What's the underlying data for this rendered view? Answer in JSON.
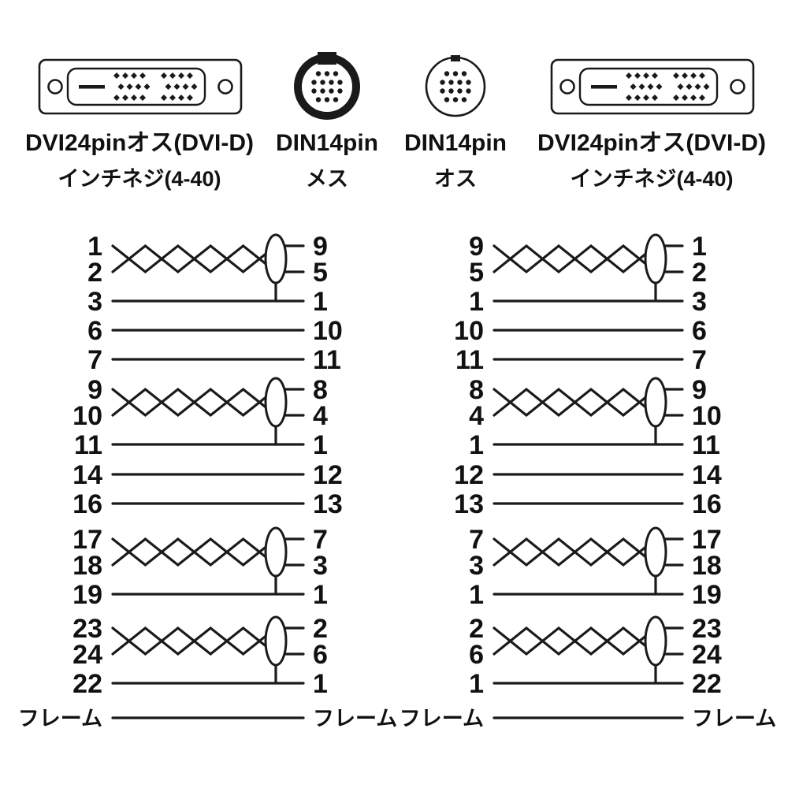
{
  "connectors": [
    {
      "id": "dvi-left",
      "name": "DVI24pinオス(DVI-D)",
      "sub": "インチネジ(4-40)"
    },
    {
      "id": "din-female",
      "name": "DIN14pin",
      "sub": "メス"
    },
    {
      "id": "din-male",
      "name": "DIN14pin",
      "sub": "オス"
    },
    {
      "id": "dvi-right",
      "name": "DVI24pinオス(DVI-D)",
      "sub": "インチネジ(4-40)"
    }
  ],
  "wiring": {
    "left": {
      "rows": [
        {
          "left": "1",
          "right": "9",
          "type": "pair-top"
        },
        {
          "left": "2",
          "right": "5",
          "type": "pair-bottom"
        },
        {
          "left": "3",
          "right": "1",
          "type": "drain"
        },
        {
          "left": "6",
          "right": "10",
          "type": "straight"
        },
        {
          "left": "7",
          "right": "11",
          "type": "straight"
        },
        {
          "left": "9",
          "right": "8",
          "type": "pair-top"
        },
        {
          "left": "10",
          "right": "4",
          "type": "pair-bottom"
        },
        {
          "left": "11",
          "right": "1",
          "type": "drain"
        },
        {
          "left": "14",
          "right": "12",
          "type": "straight"
        },
        {
          "left": "16",
          "right": "13",
          "type": "straight"
        },
        {
          "left": "17",
          "right": "7",
          "type": "pair-top"
        },
        {
          "left": "18",
          "right": "3",
          "type": "pair-bottom"
        },
        {
          "left": "19",
          "right": "1",
          "type": "drain"
        },
        {
          "left": "23",
          "right": "2",
          "type": "pair-top"
        },
        {
          "left": "24",
          "right": "6",
          "type": "pair-bottom"
        },
        {
          "left": "22",
          "right": "1",
          "type": "drain"
        },
        {
          "left": "フレーム",
          "right": "フレーム",
          "type": "straight"
        }
      ]
    },
    "right": {
      "rows": [
        {
          "left": "9",
          "right": "1",
          "type": "pair-top"
        },
        {
          "left": "5",
          "right": "2",
          "type": "pair-bottom"
        },
        {
          "left": "1",
          "right": "3",
          "type": "drain"
        },
        {
          "left": "10",
          "right": "6",
          "type": "straight"
        },
        {
          "left": "11",
          "right": "7",
          "type": "straight"
        },
        {
          "left": "8",
          "right": "9",
          "type": "pair-top"
        },
        {
          "left": "4",
          "right": "10",
          "type": "pair-bottom"
        },
        {
          "left": "1",
          "right": "11",
          "type": "drain"
        },
        {
          "left": "12",
          "right": "14",
          "type": "straight"
        },
        {
          "left": "13",
          "right": "16",
          "type": "straight"
        },
        {
          "left": "7",
          "right": "17",
          "type": "pair-top"
        },
        {
          "left": "3",
          "right": "18",
          "type": "pair-bottom"
        },
        {
          "left": "1",
          "right": "19",
          "type": "drain"
        },
        {
          "left": "2",
          "right": "23",
          "type": "pair-top"
        },
        {
          "left": "6",
          "right": "24",
          "type": "pair-bottom"
        },
        {
          "left": "1",
          "right": "22",
          "type": "drain"
        },
        {
          "left": "フレーム",
          "right": "フレーム",
          "type": "straight"
        }
      ]
    }
  },
  "colors": {
    "line": "#1a1a1a",
    "text": "#111111",
    "background": "#ffffff"
  }
}
